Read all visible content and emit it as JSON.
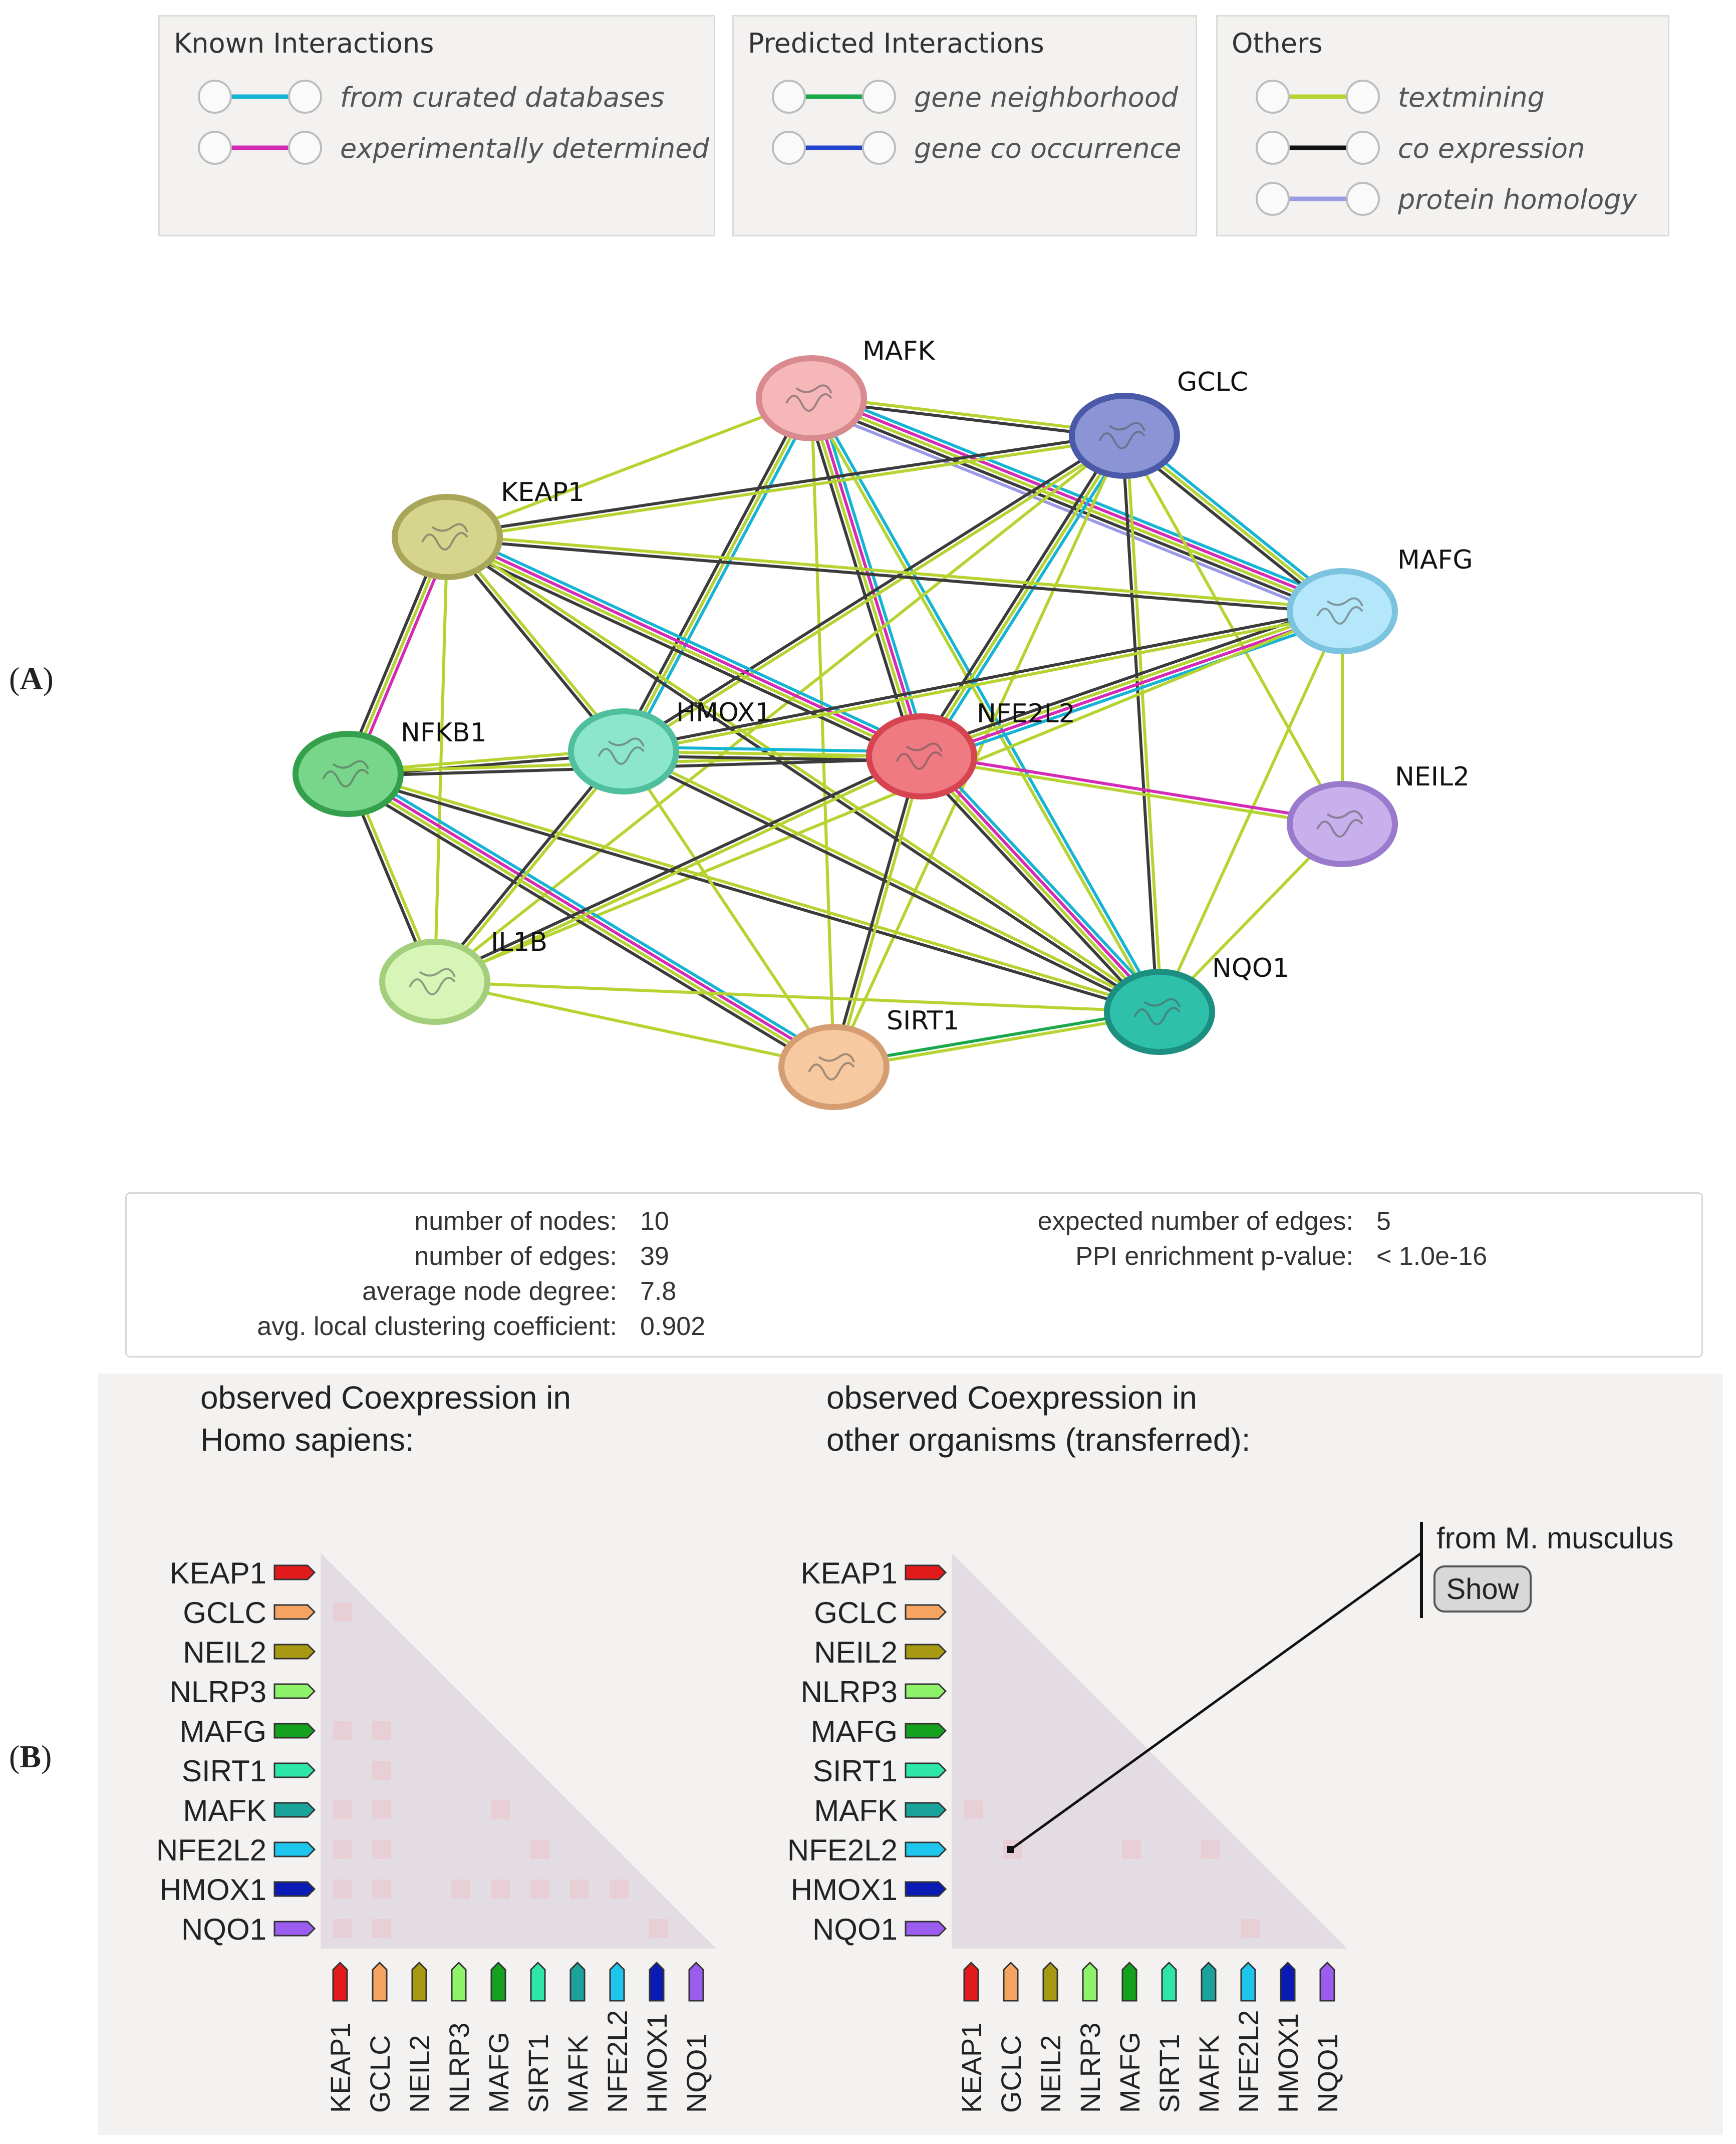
{
  "panels": {
    "a": "A",
    "b": "B"
  },
  "legend": {
    "groups": [
      {
        "title": "Known Interactions",
        "items": [
          {
            "label": "from curated databases",
            "color": "#16b4d4"
          },
          {
            "label": "experimentally determined",
            "color": "#d42ab4"
          }
        ]
      },
      {
        "title": "Predicted Interactions",
        "items": [
          {
            "label": "gene neighborhood",
            "color": "#1aa64a"
          },
          {
            "label": "gene co occurrence",
            "color": "#2244cc"
          }
        ]
      },
      {
        "title": "Others",
        "items": [
          {
            "label": "textmining",
            "color": "#b6d431"
          },
          {
            "label": "co expression",
            "color": "#111111"
          },
          {
            "label": "protein homology",
            "color": "#9a9ae6"
          }
        ]
      }
    ]
  },
  "network": {
    "nodes": [
      {
        "id": "MAFK",
        "label": "MAFK",
        "fill": "#f6b7b9",
        "stroke": "#d98a8e"
      },
      {
        "id": "GCLC",
        "label": "GCLC",
        "fill": "#8b95d6",
        "stroke": "#4b5aa8"
      },
      {
        "id": "KEAP1",
        "label": "KEAP1",
        "fill": "#d6d58e",
        "stroke": "#a9a65a"
      },
      {
        "id": "MAFG",
        "label": "MAFG",
        "fill": "#b5e7fa",
        "stroke": "#7cc3e0"
      },
      {
        "id": "NFKB1",
        "label": "NFKB1",
        "fill": "#78d68a",
        "stroke": "#35a04c"
      },
      {
        "id": "HMOX1",
        "label": "HMOX1",
        "fill": "#8ce6cb",
        "stroke": "#4fbf9d"
      },
      {
        "id": "NFE2L2",
        "label": "NFE2L2",
        "fill": "#f07a82",
        "stroke": "#d6454f"
      },
      {
        "id": "NEIL2",
        "label": "NEIL2",
        "fill": "#c7b0ec",
        "stroke": "#9a7acc"
      },
      {
        "id": "IL1B",
        "label": "IL1B",
        "fill": "#d6f5b6",
        "stroke": "#a3cf7c"
      },
      {
        "id": "NQO1",
        "label": "NQO1",
        "fill": "#2fc0ac",
        "stroke": "#1b8f80"
      },
      {
        "id": "SIRT1",
        "label": "SIRT1",
        "fill": "#f7c9a0",
        "stroke": "#d59e72"
      }
    ],
    "edges": [
      {
        "a": "MAFK",
        "b": "GCLC",
        "types": [
          "textmining",
          "co_expression"
        ]
      },
      {
        "a": "MAFK",
        "b": "MAFG",
        "types": [
          "curated",
          "experimental",
          "textmining",
          "co_expression",
          "homology"
        ]
      },
      {
        "a": "MAFK",
        "b": "NFE2L2",
        "types": [
          "curated",
          "experimental",
          "textmining",
          "co_expression"
        ]
      },
      {
        "a": "MAFK",
        "b": "KEAP1",
        "types": [
          "textmining"
        ]
      },
      {
        "a": "MAFK",
        "b": "HMOX1",
        "types": [
          "curated",
          "textmining",
          "co_expression"
        ]
      },
      {
        "a": "MAFK",
        "b": "NQO1",
        "types": [
          "curated",
          "textmining"
        ]
      },
      {
        "a": "MAFK",
        "b": "SIRT1",
        "types": [
          "textmining"
        ]
      },
      {
        "a": "GCLC",
        "b": "MAFG",
        "types": [
          "curated",
          "textmining",
          "co_expression"
        ]
      },
      {
        "a": "GCLC",
        "b": "NFE2L2",
        "types": [
          "curated",
          "textmining",
          "co_expression"
        ]
      },
      {
        "a": "GCLC",
        "b": "NQO1",
        "types": [
          "textmining",
          "co_expression"
        ]
      },
      {
        "a": "GCLC",
        "b": "KEAP1",
        "types": [
          "textmining",
          "co_expression"
        ]
      },
      {
        "a": "GCLC",
        "b": "HMOX1",
        "types": [
          "textmining",
          "co_expression"
        ]
      },
      {
        "a": "GCLC",
        "b": "IL1B",
        "types": [
          "textmining"
        ]
      },
      {
        "a": "GCLC",
        "b": "SIRT1",
        "types": [
          "textmining"
        ]
      },
      {
        "a": "GCLC",
        "b": "NEIL2",
        "types": [
          "textmining"
        ]
      },
      {
        "a": "KEAP1",
        "b": "NFE2L2",
        "types": [
          "curated",
          "experimental",
          "textmining",
          "co_expression"
        ]
      },
      {
        "a": "KEAP1",
        "b": "MAFG",
        "types": [
          "textmining",
          "co_expression"
        ]
      },
      {
        "a": "KEAP1",
        "b": "HMOX1",
        "types": [
          "textmining",
          "co_expression"
        ]
      },
      {
        "a": "KEAP1",
        "b": "NFKB1",
        "types": [
          "experimental",
          "textmining",
          "co_expression"
        ]
      },
      {
        "a": "KEAP1",
        "b": "NQO1",
        "types": [
          "textmining",
          "co_expression"
        ]
      },
      {
        "a": "KEAP1",
        "b": "IL1B",
        "types": [
          "textmining"
        ]
      },
      {
        "a": "MAFG",
        "b": "NFE2L2",
        "types": [
          "curated",
          "experimental",
          "textmining",
          "co_expression"
        ]
      },
      {
        "a": "MAFG",
        "b": "HMOX1",
        "types": [
          "textmining",
          "co_expression"
        ]
      },
      {
        "a": "MAFG",
        "b": "NQO1",
        "types": [
          "textmining"
        ]
      },
      {
        "a": "MAFG",
        "b": "IL1B",
        "types": [
          "textmining"
        ]
      },
      {
        "a": "MAFG",
        "b": "NEIL2",
        "types": [
          "textmining"
        ]
      },
      {
        "a": "NFKB1",
        "b": "HMOX1",
        "types": [
          "textmining",
          "co_expression"
        ]
      },
      {
        "a": "NFKB1",
        "b": "NFE2L2",
        "types": [
          "textmining",
          "co_expression"
        ]
      },
      {
        "a": "NFKB1",
        "b": "IL1B",
        "types": [
          "textmining",
          "co_expression"
        ]
      },
      {
        "a": "NFKB1",
        "b": "NQO1",
        "types": [
          "textmining",
          "co_expression"
        ]
      },
      {
        "a": "NFKB1",
        "b": "SIRT1",
        "types": [
          "curated",
          "experimental",
          "textmining",
          "co_expression"
        ]
      },
      {
        "a": "HMOX1",
        "b": "NFE2L2",
        "types": [
          "curated",
          "textmining",
          "co_expression"
        ]
      },
      {
        "a": "HMOX1",
        "b": "NQO1",
        "types": [
          "textmining",
          "co_expression"
        ]
      },
      {
        "a": "HMOX1",
        "b": "IL1B",
        "types": [
          "textmining",
          "co_expression"
        ]
      },
      {
        "a": "HMOX1",
        "b": "SIRT1",
        "types": [
          "textmining"
        ]
      },
      {
        "a": "NFE2L2",
        "b": "NQO1",
        "types": [
          "curated",
          "experimental",
          "textmining",
          "co_expression"
        ]
      },
      {
        "a": "NFE2L2",
        "b": "NEIL2",
        "types": [
          "experimental",
          "textmining"
        ]
      },
      {
        "a": "NFE2L2",
        "b": "SIRT1",
        "types": [
          "textmining",
          "co_expression"
        ]
      },
      {
        "a": "NFE2L2",
        "b": "IL1B",
        "types": [
          "textmining",
          "co_expression"
        ]
      },
      {
        "a": "IL1B",
        "b": "SIRT1",
        "types": [
          "textmining"
        ]
      },
      {
        "a": "IL1B",
        "b": "NQO1",
        "types": [
          "textmining"
        ]
      },
      {
        "a": "SIRT1",
        "b": "NQO1",
        "types": [
          "neighborhood",
          "textmining"
        ]
      },
      {
        "a": "NEIL2",
        "b": "NQO1",
        "types": [
          "textmining"
        ]
      }
    ]
  },
  "stats": {
    "left": [
      {
        "key": "number of nodes:",
        "value": "10"
      },
      {
        "key": "number of edges:",
        "value": "39"
      },
      {
        "key": "average node degree:",
        "value": "7.8"
      },
      {
        "key": "avg. local clustering coefficient:",
        "value": "0.902"
      }
    ],
    "right": [
      {
        "key": "expected number of edges:",
        "value": "5"
      },
      {
        "key": "PPI enrichment p-value:",
        "value": "< 1.0e-16"
      }
    ]
  },
  "coexpression": {
    "left_title_1": "observed Coexpression in",
    "left_title_2": "Homo sapiens:",
    "right_title_1": "observed Coexpression in",
    "right_title_2": "other organisms (transferred):",
    "from_label": "from M. musculus",
    "show_button": "Show",
    "genes": [
      {
        "name": "KEAP1",
        "color": "#e31a1c"
      },
      {
        "name": "GCLC",
        "color": "#f4a460"
      },
      {
        "name": "NEIL2",
        "color": "#a79a12"
      },
      {
        "name": "NLRP3",
        "color": "#8ef26a"
      },
      {
        "name": "MAFG",
        "color": "#14a21e"
      },
      {
        "name": "SIRT1",
        "color": "#2de6a8"
      },
      {
        "name": "MAFK",
        "color": "#1aa39a"
      },
      {
        "name": "NFE2L2",
        "color": "#1ec6ee"
      },
      {
        "name": "HMOX1",
        "color": "#0a1ab4"
      },
      {
        "name": "NQO1",
        "color": "#9b5cf0"
      }
    ],
    "homo_sapiens_cells": [
      [
        1,
        0
      ],
      [
        4,
        0
      ],
      [
        4,
        1
      ],
      [
        5,
        1
      ],
      [
        6,
        0
      ],
      [
        6,
        1
      ],
      [
        6,
        4
      ],
      [
        7,
        0
      ],
      [
        7,
        1
      ],
      [
        7,
        5
      ],
      [
        8,
        0
      ],
      [
        8,
        1
      ],
      [
        8,
        3
      ],
      [
        8,
        4
      ],
      [
        8,
        5
      ],
      [
        8,
        6
      ],
      [
        8,
        7
      ],
      [
        9,
        0
      ],
      [
        9,
        1
      ],
      [
        9,
        8
      ]
    ],
    "transferred_cells": [
      [
        6,
        0
      ],
      [
        7,
        1
      ],
      [
        7,
        4
      ],
      [
        7,
        6
      ],
      [
        9,
        7
      ]
    ],
    "highlighted_transferred_cell": [
      7,
      1
    ]
  }
}
